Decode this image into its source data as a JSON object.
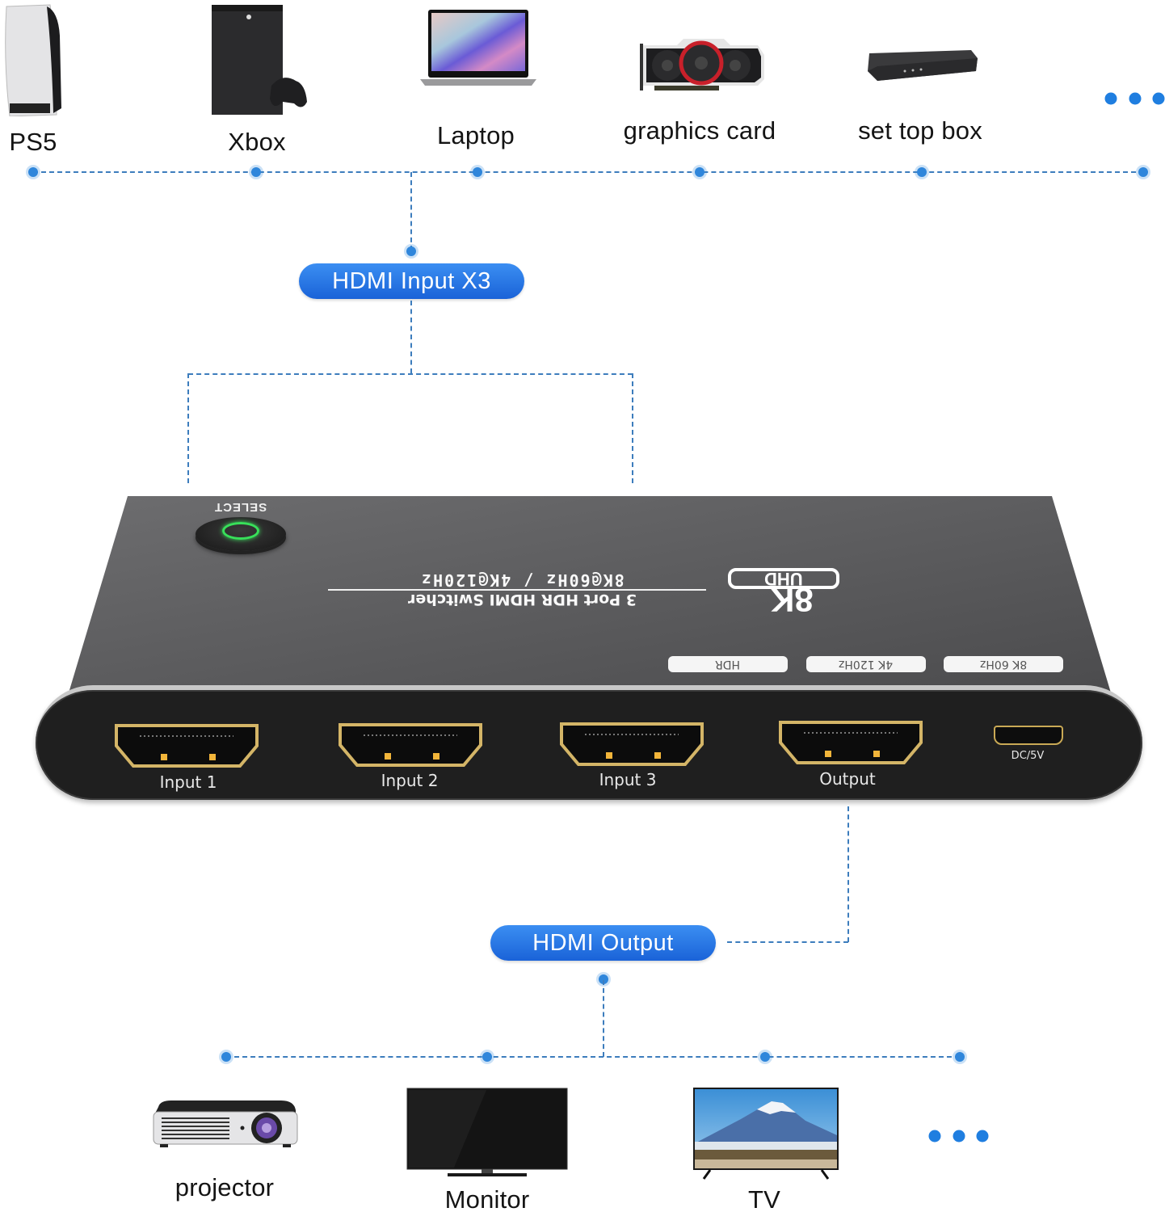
{
  "sources": {
    "items": [
      {
        "label": "PS5",
        "icon": "ps5-console-icon"
      },
      {
        "label": "Xbox",
        "icon": "xbox-console-icon"
      },
      {
        "label": "Laptop",
        "icon": "laptop-icon"
      },
      {
        "label": "graphics card",
        "icon": "graphics-card-icon"
      },
      {
        "label": "set top box",
        "icon": "set-top-box-icon"
      }
    ],
    "more_indicator": "..."
  },
  "input_pill": {
    "label": "HDMI Input X3"
  },
  "device": {
    "select_label": "SELECT",
    "brand_line1": "8K@60Hz / 4K@120Hz",
    "brand_line2": "3 Port HDR HDMI Switcher",
    "logo_top": "UHD",
    "logo_bottom": "8K",
    "badges": [
      "HDR",
      "4K 120Hz",
      "8K 60Hz"
    ],
    "ports": [
      {
        "label": "Input 1"
      },
      {
        "label": "Input 2"
      },
      {
        "label": "Input 3"
      },
      {
        "label": "Output"
      }
    ],
    "power_port_label": "DC/5V",
    "colors": {
      "led": "#38e05a",
      "port_gold": "#c9a955",
      "body": "#5a5a5c"
    }
  },
  "output_pill": {
    "label": "HDMI Output"
  },
  "outputs": {
    "items": [
      {
        "label": "projector",
        "icon": "projector-icon"
      },
      {
        "label": "Monitor",
        "icon": "monitor-icon"
      },
      {
        "label": "TV",
        "icon": "tv-icon"
      }
    ],
    "more_indicator": "..."
  },
  "colors": {
    "accent": "#1f7ee0",
    "connector_line": "#3d7dbd",
    "pill_top": "#3b8ef2",
    "pill_bottom": "#1a63d8"
  }
}
